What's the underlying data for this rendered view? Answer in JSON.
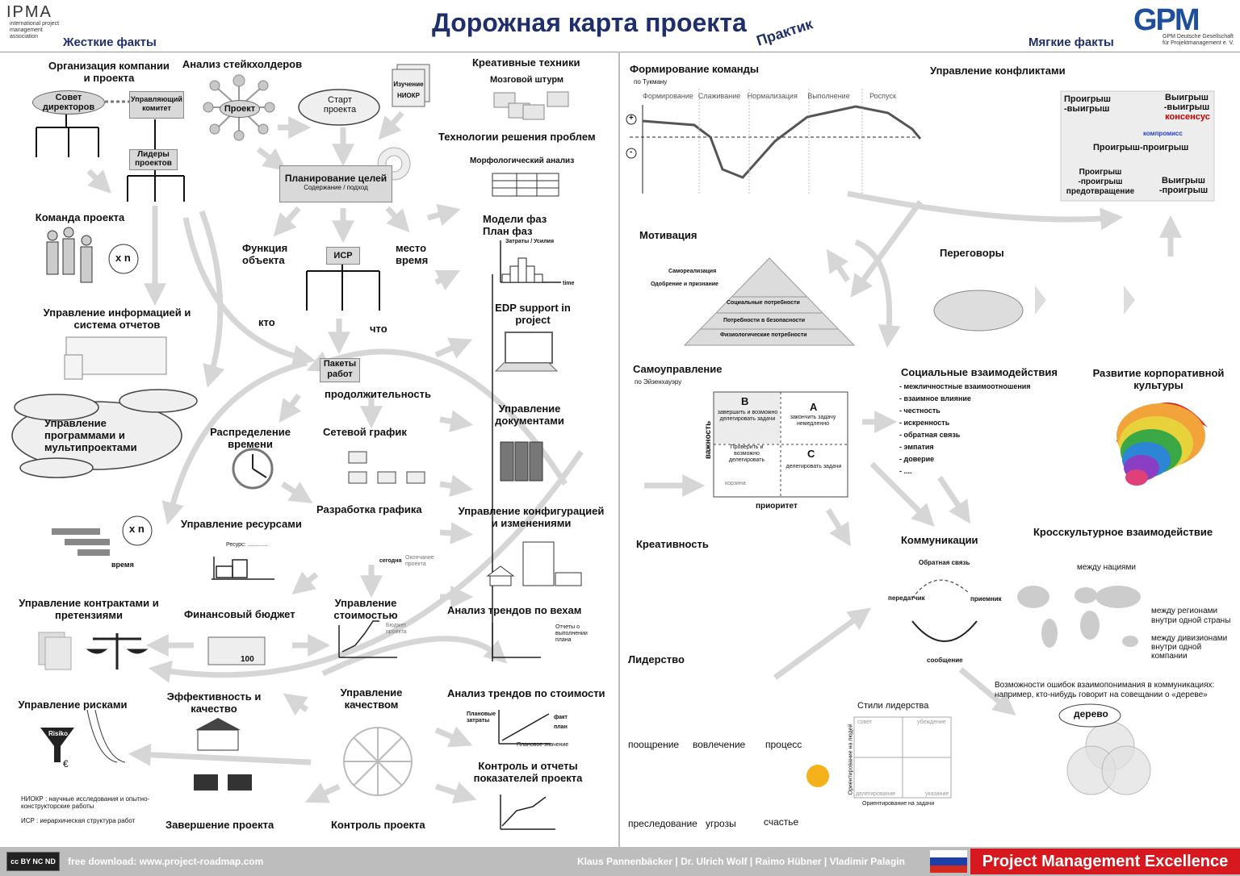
{
  "header": {
    "ipma_logo": "IPMA",
    "ipma_sub": "international project management association",
    "title": "Дорожная карта проекта",
    "practic": "Практик",
    "hard_facts": "Жесткие факты",
    "soft_facts": "Мягкие факты",
    "gpm_logo": "GPM",
    "gpm_sub": "GPM Deutsche Gesellschaft für Projektmanagement e. V."
  },
  "left": {
    "org": "Организация компании и проекта",
    "board": "Совет директоров",
    "steering": "Управляющий комитет",
    "leaders": "Лидеры проектов",
    "team": "Команда проекта",
    "xn1": "x n",
    "info": "Управление информацией и система отчетов",
    "program": "Управление программами и мультипроектами",
    "xn2": "x n",
    "time_axis": "время",
    "contracts": "Управление контрактами и претензиями",
    "risks": "Управление рисками",
    "risk_label": "Risiko",
    "euro": "€",
    "niokr_def": "НИОКР : научные исследования и опытно-конструкторские работы",
    "isr_def": "ИСР : иерархическая структура работ",
    "stakeholders": "Анализ стейкхолдеров",
    "project": "Проект",
    "start": "Старт проекта",
    "study": "Изучение НИОКР",
    "goals": "Планирование целей",
    "goals_sub": "Содержание / подход",
    "function": "Функция объекта",
    "isr": "ИСР",
    "place_time": "место время",
    "who": "кто",
    "what": "что",
    "packages": "Пакеты работ",
    "duration": "продолжительность",
    "time_dist": "Распределение времени",
    "network": "Сетевой график",
    "resources": "Управление ресурсами",
    "resource_small": "Ресурс: .............",
    "schedule": "Разработка графика",
    "today": "сегодня",
    "end_project": "Окончание проекта",
    "budget": "Финансовый бюджет",
    "budget_val": "100",
    "cost": "Управление стоимостью",
    "cost_small": "Бюджет проекта",
    "efficiency": "Эффективность и качество",
    "quality": "Управление качеством",
    "closure": "Завершение проекта",
    "control": "Контроль проекта",
    "creative": "Креативные техники",
    "brainstorm": "Мозговой штурм",
    "problem": "Технологии решения проблем",
    "morph": "Морфологический анализ",
    "phases": "Модели фаз План фаз",
    "phase_small": "Затраты / Усилия",
    "phase_time": "time",
    "edp": "EDP support in project",
    "docs": "Управление документами",
    "config": "Управление конфигурацией и изменениями",
    "milestone": "Анализ трендов по вехам",
    "milestone_small": "Отчеты о выполнении плана",
    "cost_trend": "Анализ трендов по стоимости",
    "planned": "Плановые затраты",
    "fact": "факт",
    "plan": "план",
    "plan_value": "Плановое значение",
    "kpi": "Контроль и отчеты показателей проекта"
  },
  "right": {
    "team_form": "Формирование команды",
    "tuckman": "по Тукману",
    "stages": [
      "Формирование",
      "Слаживание",
      "Нормализация",
      "Выполнение",
      "Роспуск"
    ],
    "plus": "+",
    "minus": "-",
    "motivation": "Мотивация",
    "pyr_self": "Самореализация",
    "pyr_respect": "Одобрение и признание",
    "pyr_social": "Социальные потребности",
    "pyr_safety": "Потребности в безопасности",
    "pyr_phys": "Физиологические потребности",
    "conflict": "Управление конфликтами",
    "lose_win": "Проигрыш -выигрыш",
    "win_win": "Выигрыш -выигрыш",
    "consensus": "консенсус",
    "compromise": "компромисс",
    "lose_lose": "Проигрыш-проигрыш",
    "lose_lose_prev": "Проигрыш -проигрыш предотвращение",
    "win_lose": "Выигрыш -проигрыш",
    "negotiation": "Переговоры",
    "self_mgmt": "Самоуправление",
    "eisenhower": "по Эйзенхауэру",
    "quad_b": "B",
    "quad_b_text": "завершить и возможно делегировать задачи",
    "quad_a": "A",
    "quad_a_text": "закончить задачу немедленно",
    "quad_d_text": "Проверить и возможно делегировать",
    "quad_c": "C",
    "quad_c_text": "делегировать задачи",
    "basket": "корзина",
    "importance": "важность",
    "priority": "приоритет",
    "social": "Социальные взаимодействия",
    "social_items": [
      "межличностные взаимоотношения",
      "взаимное влияние",
      "честность",
      "искренность",
      "обратная связь",
      "эмпатия",
      "доверие",
      "...."
    ],
    "culture": "Развитие корпоративной культуры",
    "creativity": "Креативность",
    "communication": "Коммуникации",
    "feedback": "Обратная связь",
    "sender": "передатчик",
    "receiver": "приемник",
    "message": "сообщение",
    "crosscult": "Кросскультурное взаимодействие",
    "nations": "между нациями",
    "regions": "между регионами внутри одной страны",
    "divisions": "между дивизионами внутри одной компании",
    "misunderstand": "Возможности ошибок взаимопонимания в коммуникациях: например, кто-нибудь говорит на совещании о «дереве»",
    "tree": "дерево",
    "leadership": "Лидерство",
    "lead_items": [
      "поощрение",
      "вовлечение",
      "процесс",
      "преследование",
      "угрозы",
      "счастье"
    ],
    "styles": "Стили лидерства",
    "style_advice": "совет",
    "style_persuasion": "убеждение",
    "style_delegation": "делегирование",
    "style_instruction": "указание",
    "axis_people": "Ориентирование на людей",
    "axis_task": "Ориентирование на задачи"
  },
  "footer": {
    "cc": "cc BY NC ND",
    "download": "free download:  www.project-roadmap.com",
    "authors": "Klaus Pannenbäcker | Dr. Ulrich Wolf | Raimo Hübner  | Vladimir Palagin",
    "pme": "Project Management Excellence"
  },
  "colors": {
    "title_blue": "#1f2f6b",
    "gpm_blue": "#1d4f9c",
    "footer_grey": "#bdbdbd",
    "pme_red": "#d7191f",
    "arrow_grey": "#d6d6d6",
    "consensus_red": "#c00000",
    "compromise_blue": "#2b3fd0"
  }
}
